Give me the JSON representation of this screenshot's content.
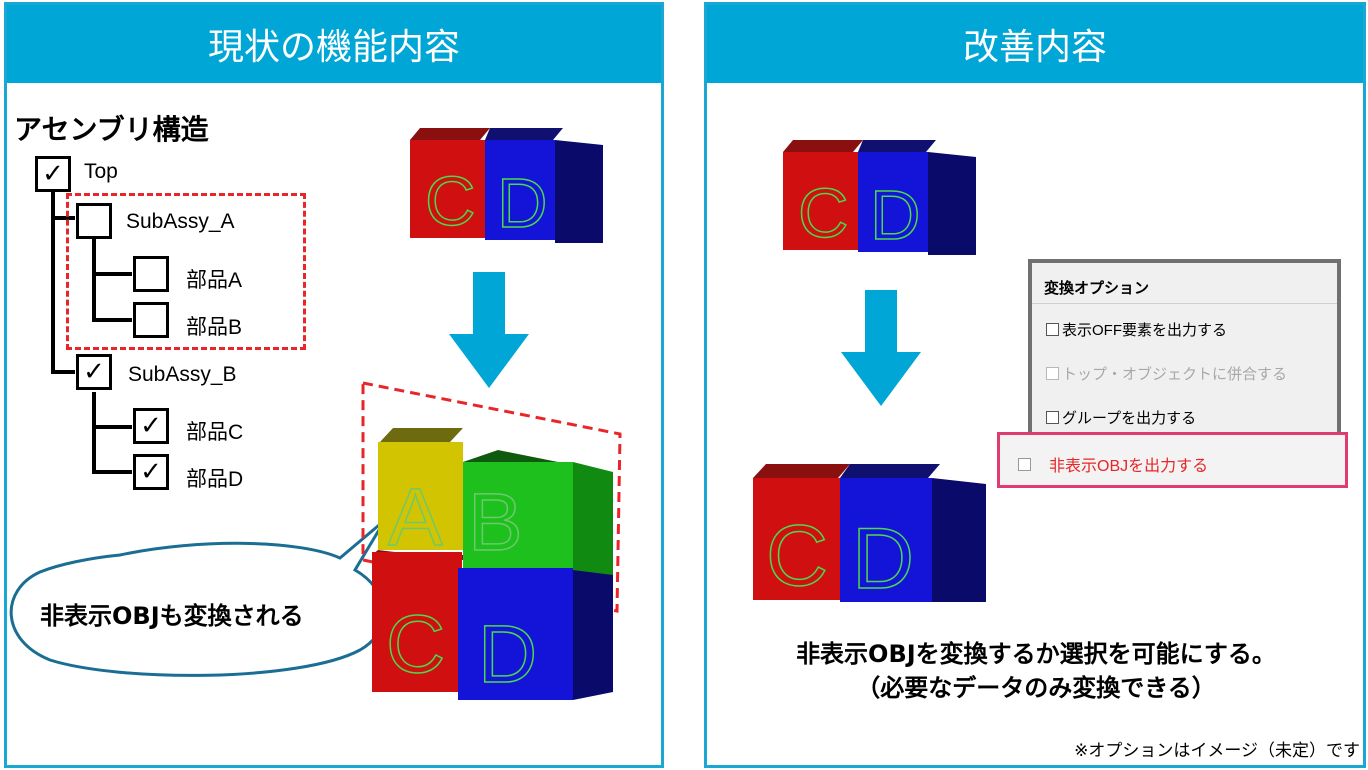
{
  "left_panel": {
    "header": "現状の機能内容",
    "tree_title": "アセンブリ構造",
    "nodes": [
      {
        "label": "Top",
        "checked": true
      },
      {
        "label": "SubAssy_A",
        "checked": false
      },
      {
        "label": "部品A",
        "checked": false
      },
      {
        "label": "部品B",
        "checked": false
      },
      {
        "label": "SubAssy_B",
        "checked": true
      },
      {
        "label": "部品C",
        "checked": true
      },
      {
        "label": "部品D",
        "checked": true
      }
    ],
    "check_glyph": "✓",
    "bubble_text": "非表示OBJも変換される"
  },
  "right_panel": {
    "header": "改善内容",
    "options_title": "変換オプション",
    "options": [
      {
        "label": "表示OFF要素を出力する",
        "enabled": true
      },
      {
        "label": "トップ・オブジェクトに併合する",
        "enabled": false
      },
      {
        "label": "グループを出力する",
        "enabled": true
      }
    ],
    "highlight_option": "非表示OBJを出力する",
    "bottom_line1": "非表示OBJを変換するか選択を可能にする。",
    "bottom_line2": "（必要なデータのみ変換できる）",
    "note": "※オプションはイメージ（未定）です"
  },
  "blocks": {
    "letters": [
      "A",
      "B",
      "C",
      "D"
    ],
    "colors": {
      "A": "#d2c400",
      "B": "#1ec01e",
      "C": "#d01010",
      "D": "#1414d8"
    }
  },
  "colors": {
    "accent": "#00a6d5",
    "dashed": "#e8262a",
    "highlight_border": "#e13a6e",
    "bubble_border": "#1a6e93"
  }
}
